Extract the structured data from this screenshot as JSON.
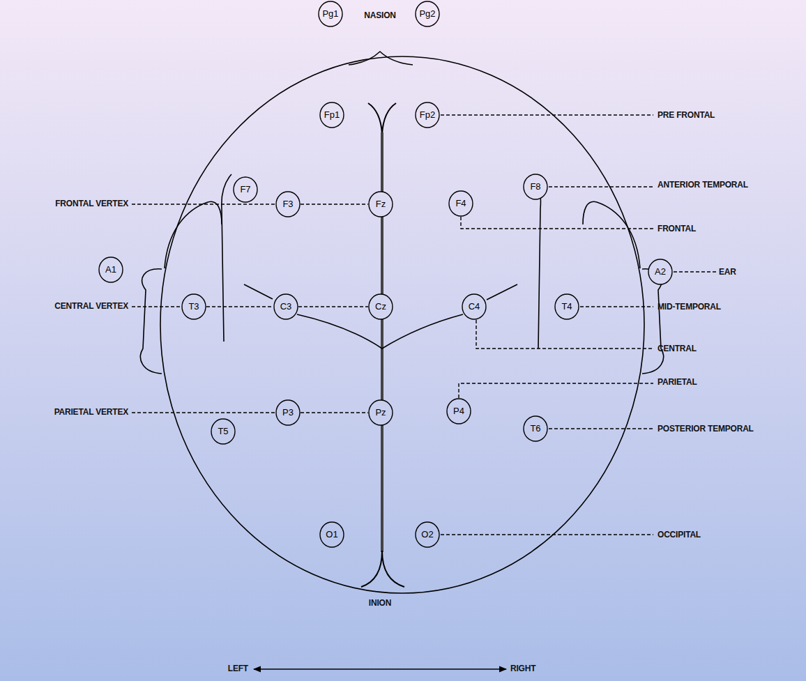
{
  "diagram": {
    "nodes": [
      {
        "text": [
          "Pg1"
        ]
      },
      {
        "text": [
          "Pg2"
        ]
      },
      {
        "text": [
          "Fp1"
        ]
      },
      {
        "text": [
          "Fp2"
        ]
      },
      {
        "text": [
          "F7"
        ]
      },
      {
        "text": [
          "F3"
        ]
      },
      {
        "text": [
          "Fz"
        ]
      },
      {
        "text": [
          "F4"
        ]
      },
      {
        "text": [
          "F8"
        ]
      },
      {
        "text": [
          "A1"
        ]
      },
      {
        "text": [
          "T3"
        ]
      },
      {
        "text": [
          "C3"
        ]
      },
      {
        "text": [
          "Cz"
        ]
      },
      {
        "text": [
          "C4"
        ]
      },
      {
        "text": [
          "T4"
        ]
      },
      {
        "text": [
          "A2"
        ]
      },
      {
        "text": [
          "T5"
        ]
      },
      {
        "text": [
          "P3"
        ]
      },
      {
        "text": [
          "Pz"
        ]
      },
      {
        "text": [
          "P4"
        ]
      },
      {
        "text": [
          "T6"
        ]
      },
      {
        "text": [
          "O1"
        ]
      },
      {
        "text": [
          "O2"
        ]
      }
    ],
    "edges": [
      {
        "from": 5,
        "to": 6,
        "arrow": "none"
      },
      {
        "from": 10,
        "to": 11,
        "arrow": "none"
      },
      {
        "from": 11,
        "to": 12,
        "arrow": "none"
      },
      {
        "from": 17,
        "to": 18,
        "arrow": "none"
      }
    ],
    "labels": [
      "NASION",
      "PRE FRONTAL",
      "FRONTAL VERTEX",
      "ANTERIOR TEMPORAL",
      "FRONTAL",
      "EAR",
      "CENTRAL VERTEX",
      "MID-TEMPORAL",
      "CENTRAL",
      "PARIETAL",
      "PARIETAL VERTEX",
      "POSTERIOR TEMPORAL",
      "OCCIPITAL",
      "INION",
      "LEFT",
      "RIGHT"
    ]
  }
}
